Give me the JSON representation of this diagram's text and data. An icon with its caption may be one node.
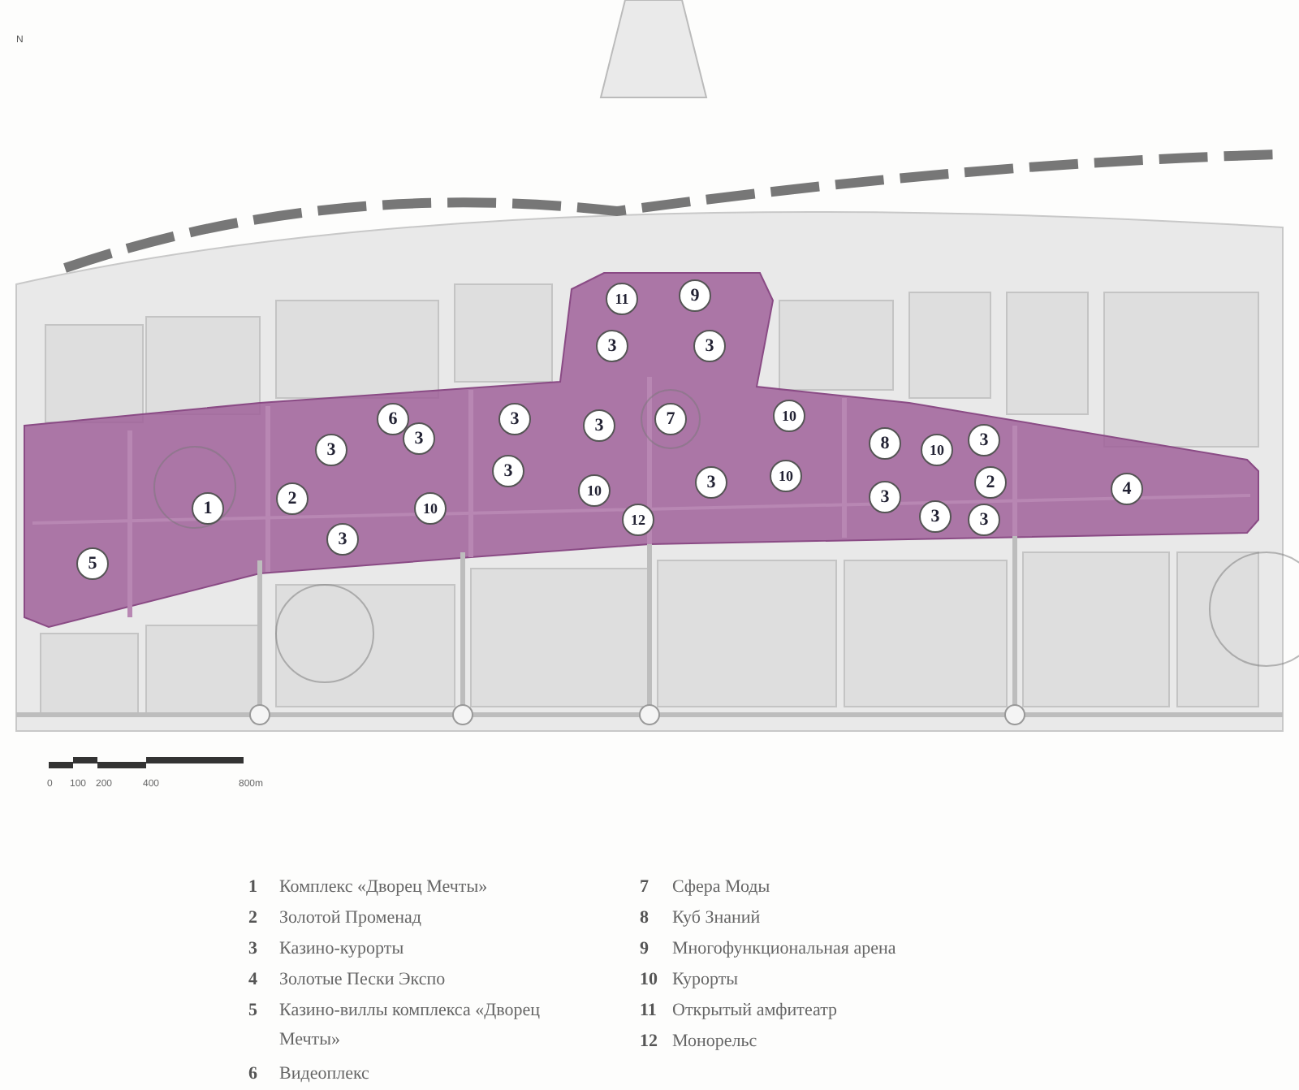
{
  "diagram": {
    "labels": [
      "N",
      "11",
      "9",
      "3",
      "3",
      "6",
      "3",
      "3",
      "7",
      "10",
      "3",
      "3",
      "10",
      "8",
      "10",
      "3",
      "3",
      "3",
      "2",
      "2",
      "4",
      "1",
      "10",
      "10",
      "12",
      "3",
      "3",
      "3",
      "3",
      "5",
      "0",
      "100",
      "200",
      "400",
      "800m",
      "1",
      "Комплекс «Дворец Мечты»",
      "2",
      "Золотой Променад",
      "3",
      "Казино-курорты",
      "4",
      "Золотые Пески Экспо",
      "5",
      "Казино-виллы комплекса «Дворец Мечты»",
      "6",
      "Видеоплекс",
      "7",
      "Сфера Моды",
      "8",
      "Куб Знаний",
      "9",
      "Многофункциональная арена",
      "10",
      "Курорты",
      "11",
      "Открытый амфитеатр",
      "12",
      "Монорельс"
    ]
  }
}
